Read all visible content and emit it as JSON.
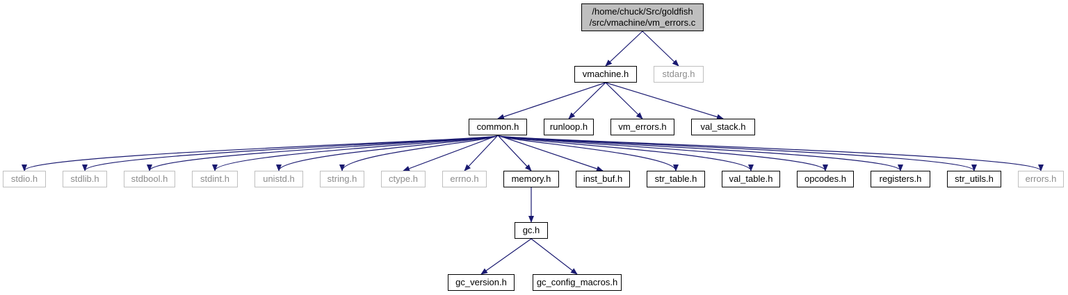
{
  "colors": {
    "edge": "#191970",
    "root_fill": "#bfbfbf",
    "node_border": "#000000",
    "system_border": "#bfbfbf",
    "system_text": "#8c8c8c"
  },
  "root": {
    "line1": "/home/chuck/Src/goldfish",
    "line2": "/src/vmachine/vm_errors.c"
  },
  "nodes": {
    "vmachine": "vmachine.h",
    "stdarg": "stdarg.h",
    "common": "common.h",
    "runloop": "runloop.h",
    "vm_errors": "vm_errors.h",
    "val_stack": "val_stack.h",
    "stdio": "stdio.h",
    "stdlib": "stdlib.h",
    "stdbool": "stdbool.h",
    "stdint": "stdint.h",
    "unistd": "unistd.h",
    "string": "string.h",
    "ctype": "ctype.h",
    "errno": "errno.h",
    "memory": "memory.h",
    "inst_buf": "inst_buf.h",
    "str_table": "str_table.h",
    "val_table": "val_table.h",
    "opcodes": "opcodes.h",
    "registers": "registers.h",
    "str_utils": "str_utils.h",
    "errors": "errors.h",
    "gc": "gc.h",
    "gc_version": "gc_version.h",
    "gc_config_macros": "gc_config_macros.h"
  },
  "edges": [
    [
      "root",
      "vmachine"
    ],
    [
      "root",
      "stdarg"
    ],
    [
      "vmachine",
      "common"
    ],
    [
      "vmachine",
      "runloop"
    ],
    [
      "vmachine",
      "vm_errors"
    ],
    [
      "vmachine",
      "val_stack"
    ],
    [
      "common",
      "stdio"
    ],
    [
      "common",
      "stdlib"
    ],
    [
      "common",
      "stdbool"
    ],
    [
      "common",
      "stdint"
    ],
    [
      "common",
      "unistd"
    ],
    [
      "common",
      "string"
    ],
    [
      "common",
      "ctype"
    ],
    [
      "common",
      "errno"
    ],
    [
      "common",
      "memory"
    ],
    [
      "common",
      "inst_buf"
    ],
    [
      "common",
      "str_table"
    ],
    [
      "common",
      "val_table"
    ],
    [
      "common",
      "opcodes"
    ],
    [
      "common",
      "registers"
    ],
    [
      "common",
      "str_utils"
    ],
    [
      "common",
      "errors"
    ],
    [
      "memory",
      "gc"
    ],
    [
      "gc",
      "gc_version"
    ],
    [
      "gc",
      "gc_config_macros"
    ]
  ]
}
